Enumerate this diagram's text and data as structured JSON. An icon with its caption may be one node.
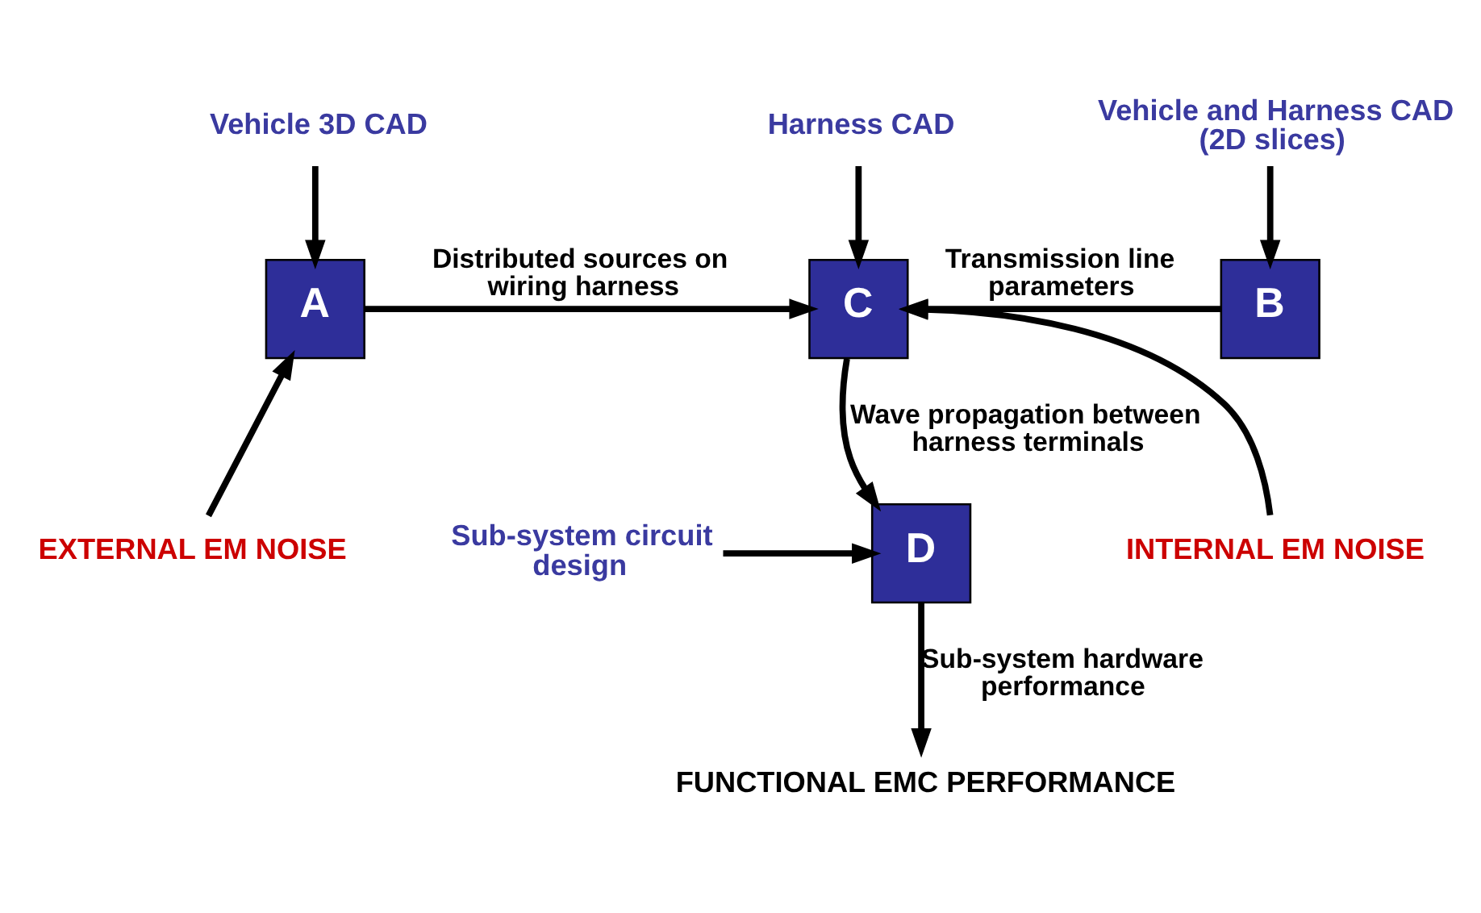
{
  "diagram": {
    "nodes": [
      {
        "text": [
          "Vehicle 3D CAD"
        ]
      },
      {
        "text": [
          "Harness CAD"
        ]
      },
      {
        "text": [
          "Vehicle and Harness CAD (2D slices)"
        ]
      },
      {
        "text": [
          "A"
        ]
      },
      {
        "text": [
          "C"
        ]
      },
      {
        "text": [
          "B"
        ]
      },
      {
        "text": [
          "EXTERNAL EM NOISE"
        ]
      },
      {
        "text": [
          "INTERNAL EM NOISE"
        ]
      },
      {
        "text": [
          "D"
        ]
      },
      {
        "text": [
          "Sub-system circuit design"
        ]
      },
      {
        "text": [
          "FUNCTIONAL EMC PERFORMANCE"
        ]
      }
    ],
    "edges": [
      {
        "from": 0,
        "to": 3,
        "arrow": "to"
      },
      {
        "from": 1,
        "to": 4,
        "arrow": "to"
      },
      {
        "from": 2,
        "to": 5,
        "arrow": "to"
      },
      {
        "from": 3,
        "to": 4,
        "arrow": "to",
        "label": "Distributed sources on wiring harness"
      },
      {
        "from": 5,
        "to": 4,
        "arrow": "to",
        "label": "Transmission line parameters"
      },
      {
        "from": 6,
        "to": 3,
        "arrow": "to"
      },
      {
        "from": 7,
        "to": 4,
        "arrow": "to"
      },
      {
        "from": 4,
        "to": 8,
        "arrow": "to",
        "label": "Wave propagation between harness terminals"
      },
      {
        "from": 9,
        "to": 8,
        "arrow": "to"
      },
      {
        "from": 8,
        "to": 10,
        "arrow": "to",
        "label": "Sub-system hardware performance"
      }
    ]
  }
}
